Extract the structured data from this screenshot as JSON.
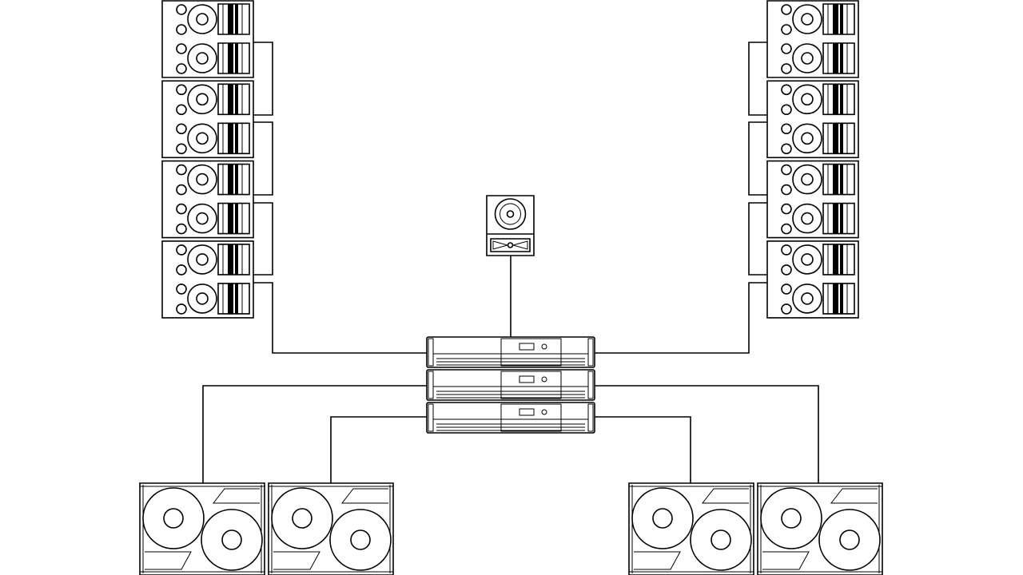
{
  "diagram": {
    "colors": {
      "stroke": "#000000",
      "background": "#ffffff"
    },
    "components": {
      "line_array_left": {
        "cabinet_count": 4
      },
      "line_array_right": {
        "cabinet_count": 4
      },
      "center_fill": {
        "count": 1
      },
      "amplifier_rack": {
        "unit_count": 3
      },
      "subwoofers_left": {
        "count": 2
      },
      "subwoofers_right": {
        "count": 2
      }
    }
  }
}
